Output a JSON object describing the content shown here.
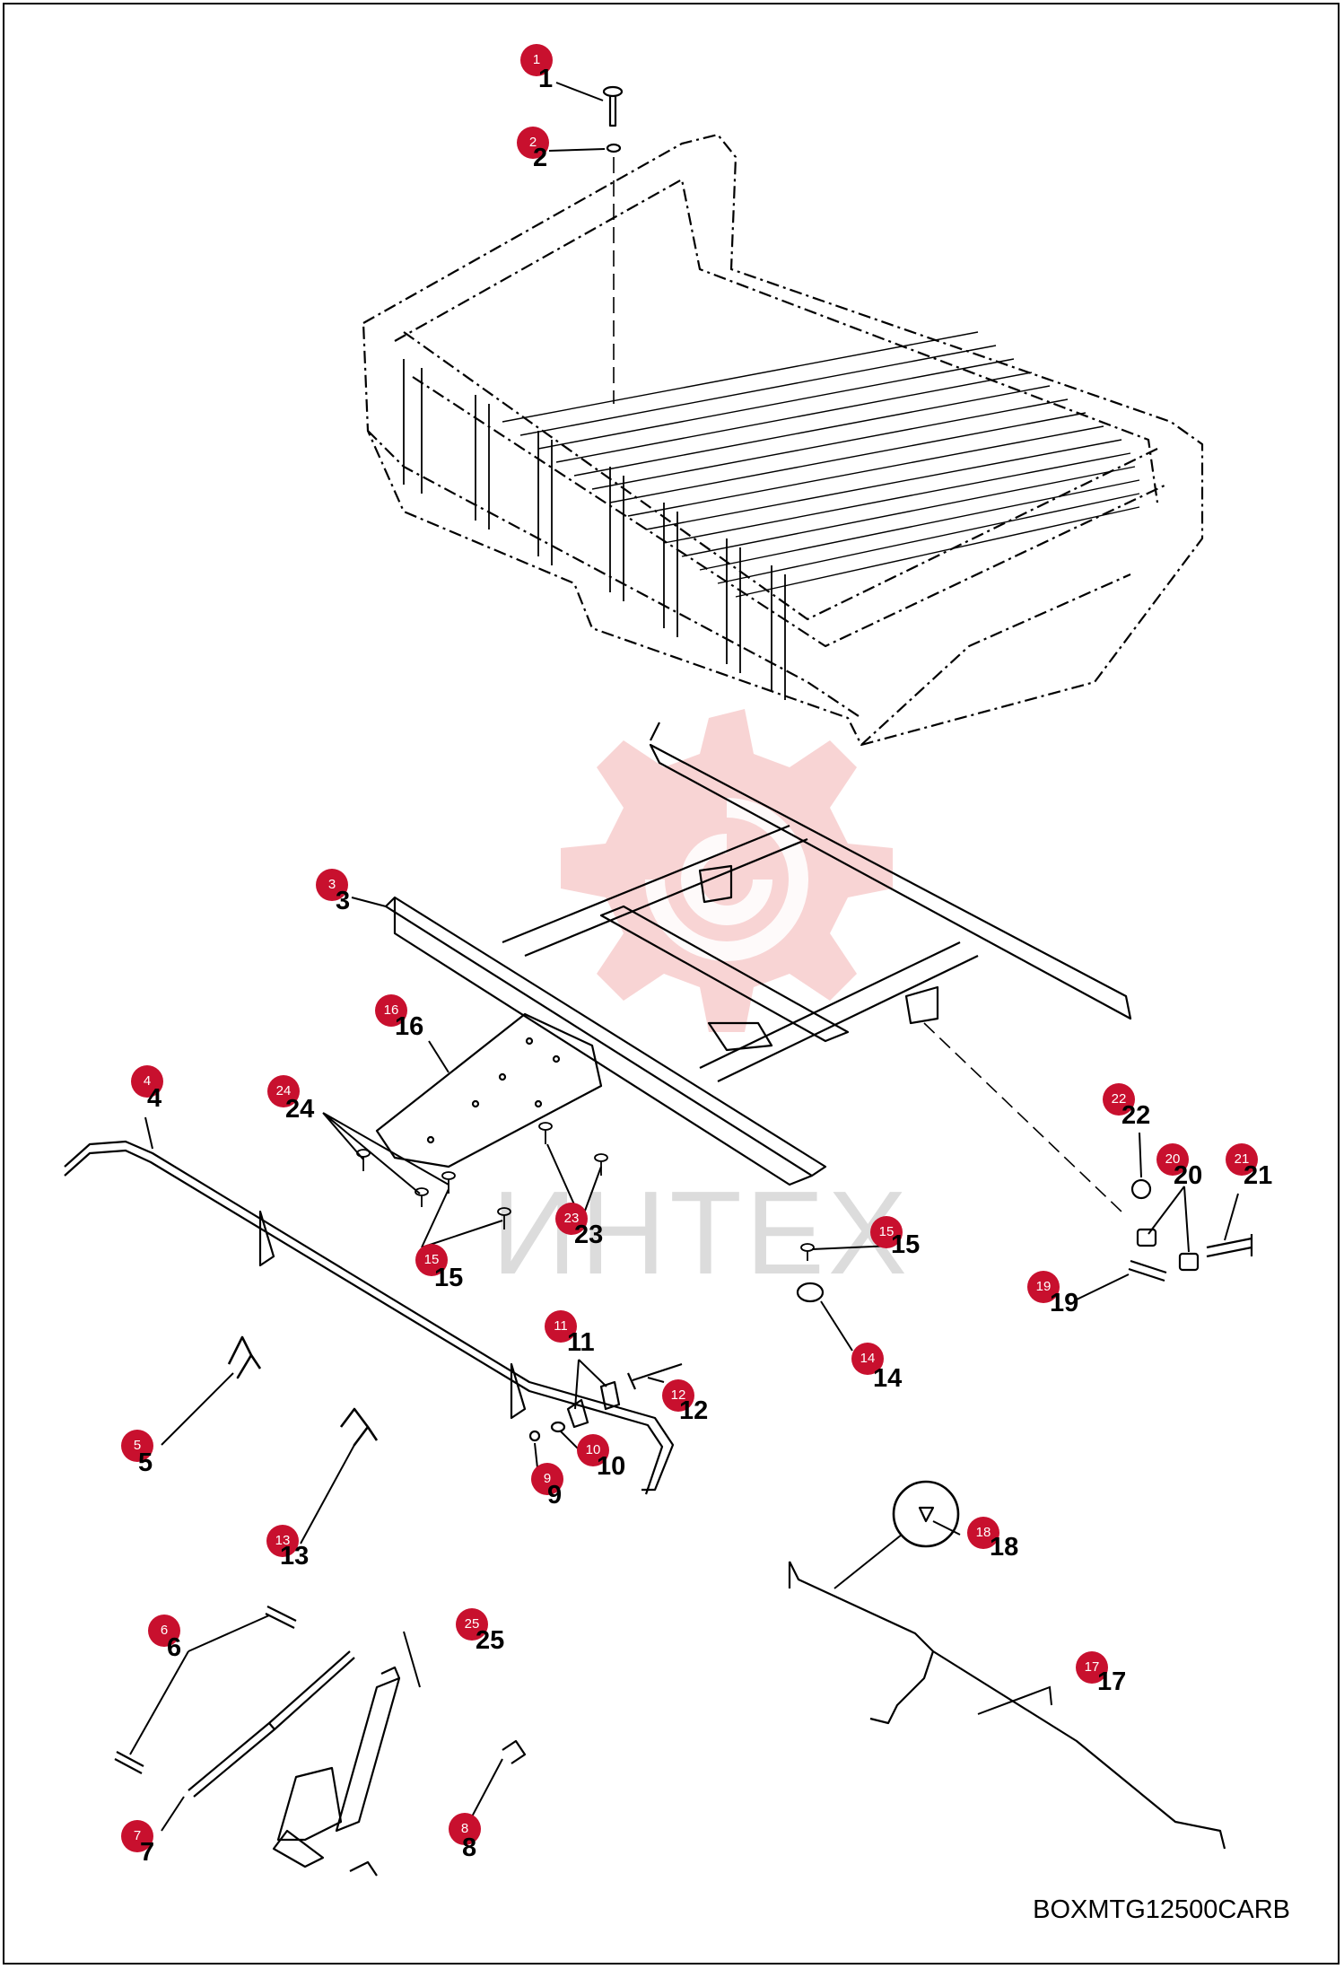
{
  "diagram": {
    "drawing_code": "BOXMTG12500CARB",
    "watermark": "ИНТЕХ",
    "callout_color": "#c8102e",
    "parts": [
      {
        "id": "1",
        "label": "1"
      },
      {
        "id": "2",
        "label": "2"
      },
      {
        "id": "3",
        "label": "3"
      },
      {
        "id": "4",
        "label": "4"
      },
      {
        "id": "5",
        "label": "5"
      },
      {
        "id": "6",
        "label": "6"
      },
      {
        "id": "7",
        "label": "7"
      },
      {
        "id": "8",
        "label": "8"
      },
      {
        "id": "9",
        "label": "9"
      },
      {
        "id": "10",
        "label": "10"
      },
      {
        "id": "11",
        "label": "11"
      },
      {
        "id": "12",
        "label": "12"
      },
      {
        "id": "13",
        "label": "13"
      },
      {
        "id": "14",
        "label": "14"
      },
      {
        "id": "15a",
        "label": "15"
      },
      {
        "id": "15b",
        "label": "15"
      },
      {
        "id": "16",
        "label": "16"
      },
      {
        "id": "17",
        "label": "17"
      },
      {
        "id": "18",
        "label": "18"
      },
      {
        "id": "19",
        "label": "19"
      },
      {
        "id": "20",
        "label": "20"
      },
      {
        "id": "21",
        "label": "21"
      },
      {
        "id": "22",
        "label": "22"
      },
      {
        "id": "23",
        "label": "23"
      },
      {
        "id": "24",
        "label": "24"
      },
      {
        "id": "25",
        "label": "25"
      }
    ]
  }
}
